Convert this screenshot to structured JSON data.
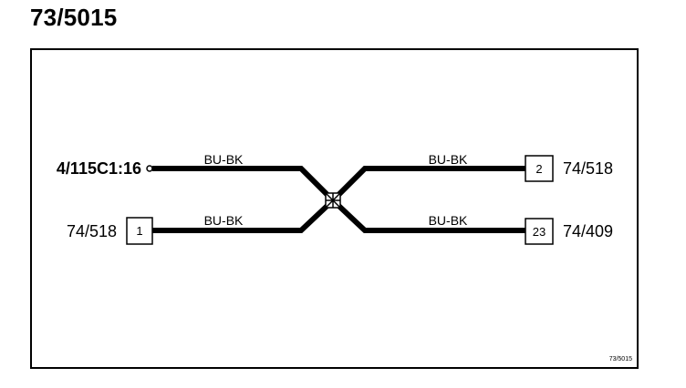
{
  "title": "73/5015",
  "diagram_id": "73/5015",
  "left_connections": [
    {
      "label": "4/115C1:16",
      "pin": ""
    },
    {
      "label": "74/518",
      "pin": "1"
    }
  ],
  "right_connections": [
    {
      "label": "74/518",
      "pin": "2"
    },
    {
      "label": "74/409",
      "pin": "23"
    }
  ],
  "wires": [
    {
      "label": "BU-BK"
    },
    {
      "label": "BU-BK"
    },
    {
      "label": "BU-BK"
    },
    {
      "label": "BU-BK"
    }
  ],
  "splice": {
    "icon": "splice-icon"
  }
}
